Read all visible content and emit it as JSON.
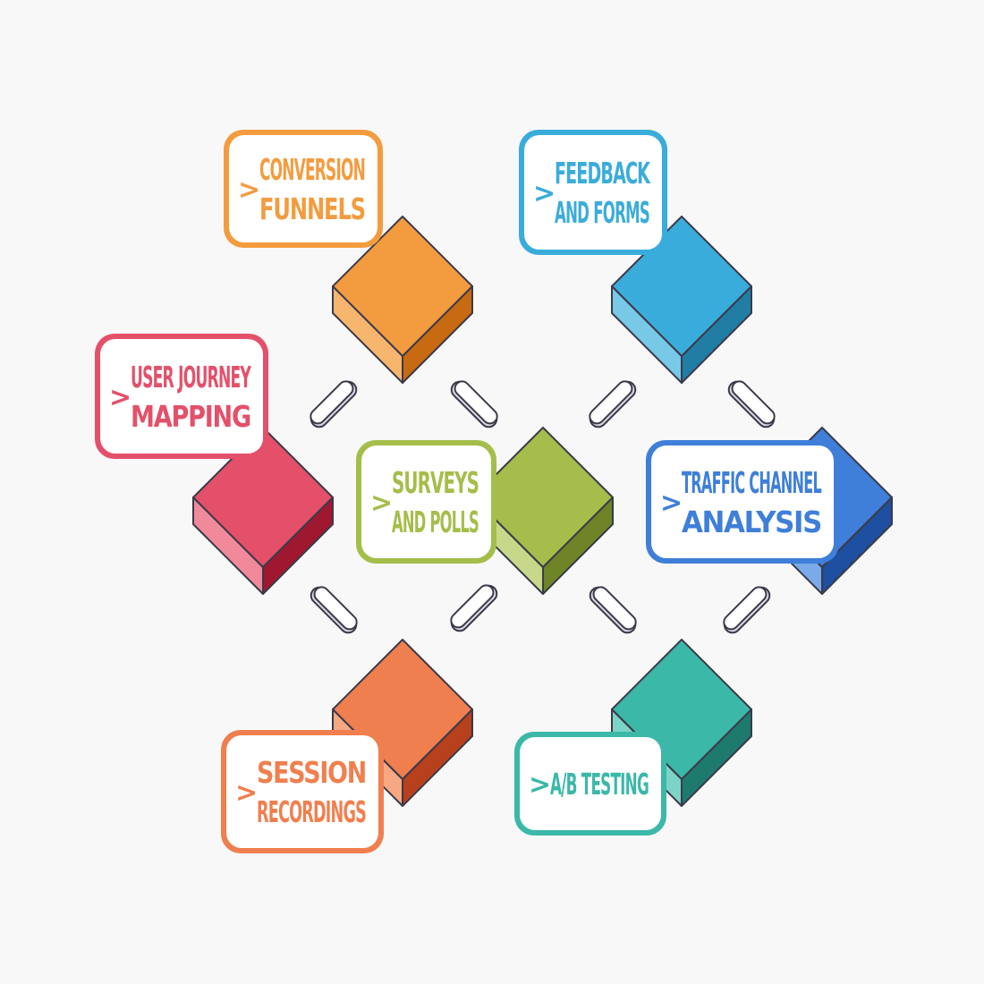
{
  "nodes": [
    {
      "id": "conversion-funnels",
      "lines": [
        "CONVERSION",
        "FUNNELS"
      ],
      "color": "#f39c3f",
      "dark": "#c86a12",
      "light": "#f8b56e"
    },
    {
      "id": "feedback-and-forms",
      "lines": [
        "FEEDBACK",
        "AND FORMS"
      ],
      "color": "#3aacdb",
      "dark": "#227da4",
      "light": "#78c8e8"
    },
    {
      "id": "user-journey-mapping",
      "lines": [
        "USER JOURNEY",
        "MAPPING"
      ],
      "color": "#e4506a",
      "dark": "#a0182f",
      "light": "#f0899a"
    },
    {
      "id": "surveys-and-polls",
      "lines": [
        "SURVEYS",
        "AND POLLS"
      ],
      "color": "#a5bd4a",
      "dark": "#6e8426",
      "light": "#c6d98a"
    },
    {
      "id": "traffic-channel-analysis",
      "lines": [
        "TRAFFIC CHANNEL",
        "ANALYSIS"
      ],
      "color": "#3f7fd9",
      "dark": "#1e4fa0",
      "light": "#7aaaea"
    },
    {
      "id": "session-recordings",
      "lines": [
        "SESSION",
        "RECORDINGS"
      ],
      "color": "#f07f4f",
      "dark": "#b8401c",
      "light": "#f6a882"
    },
    {
      "id": "ab-testing",
      "lines": [
        "A/B TESTING"
      ],
      "color": "#3bb8a8",
      "dark": "#1f7a6e",
      "light": "#7ed3c7"
    }
  ],
  "chevron": ">",
  "colors": {
    "background": "#f8f8f8",
    "outline": "#3a3a4a",
    "connector_fill": "#ffffff"
  }
}
